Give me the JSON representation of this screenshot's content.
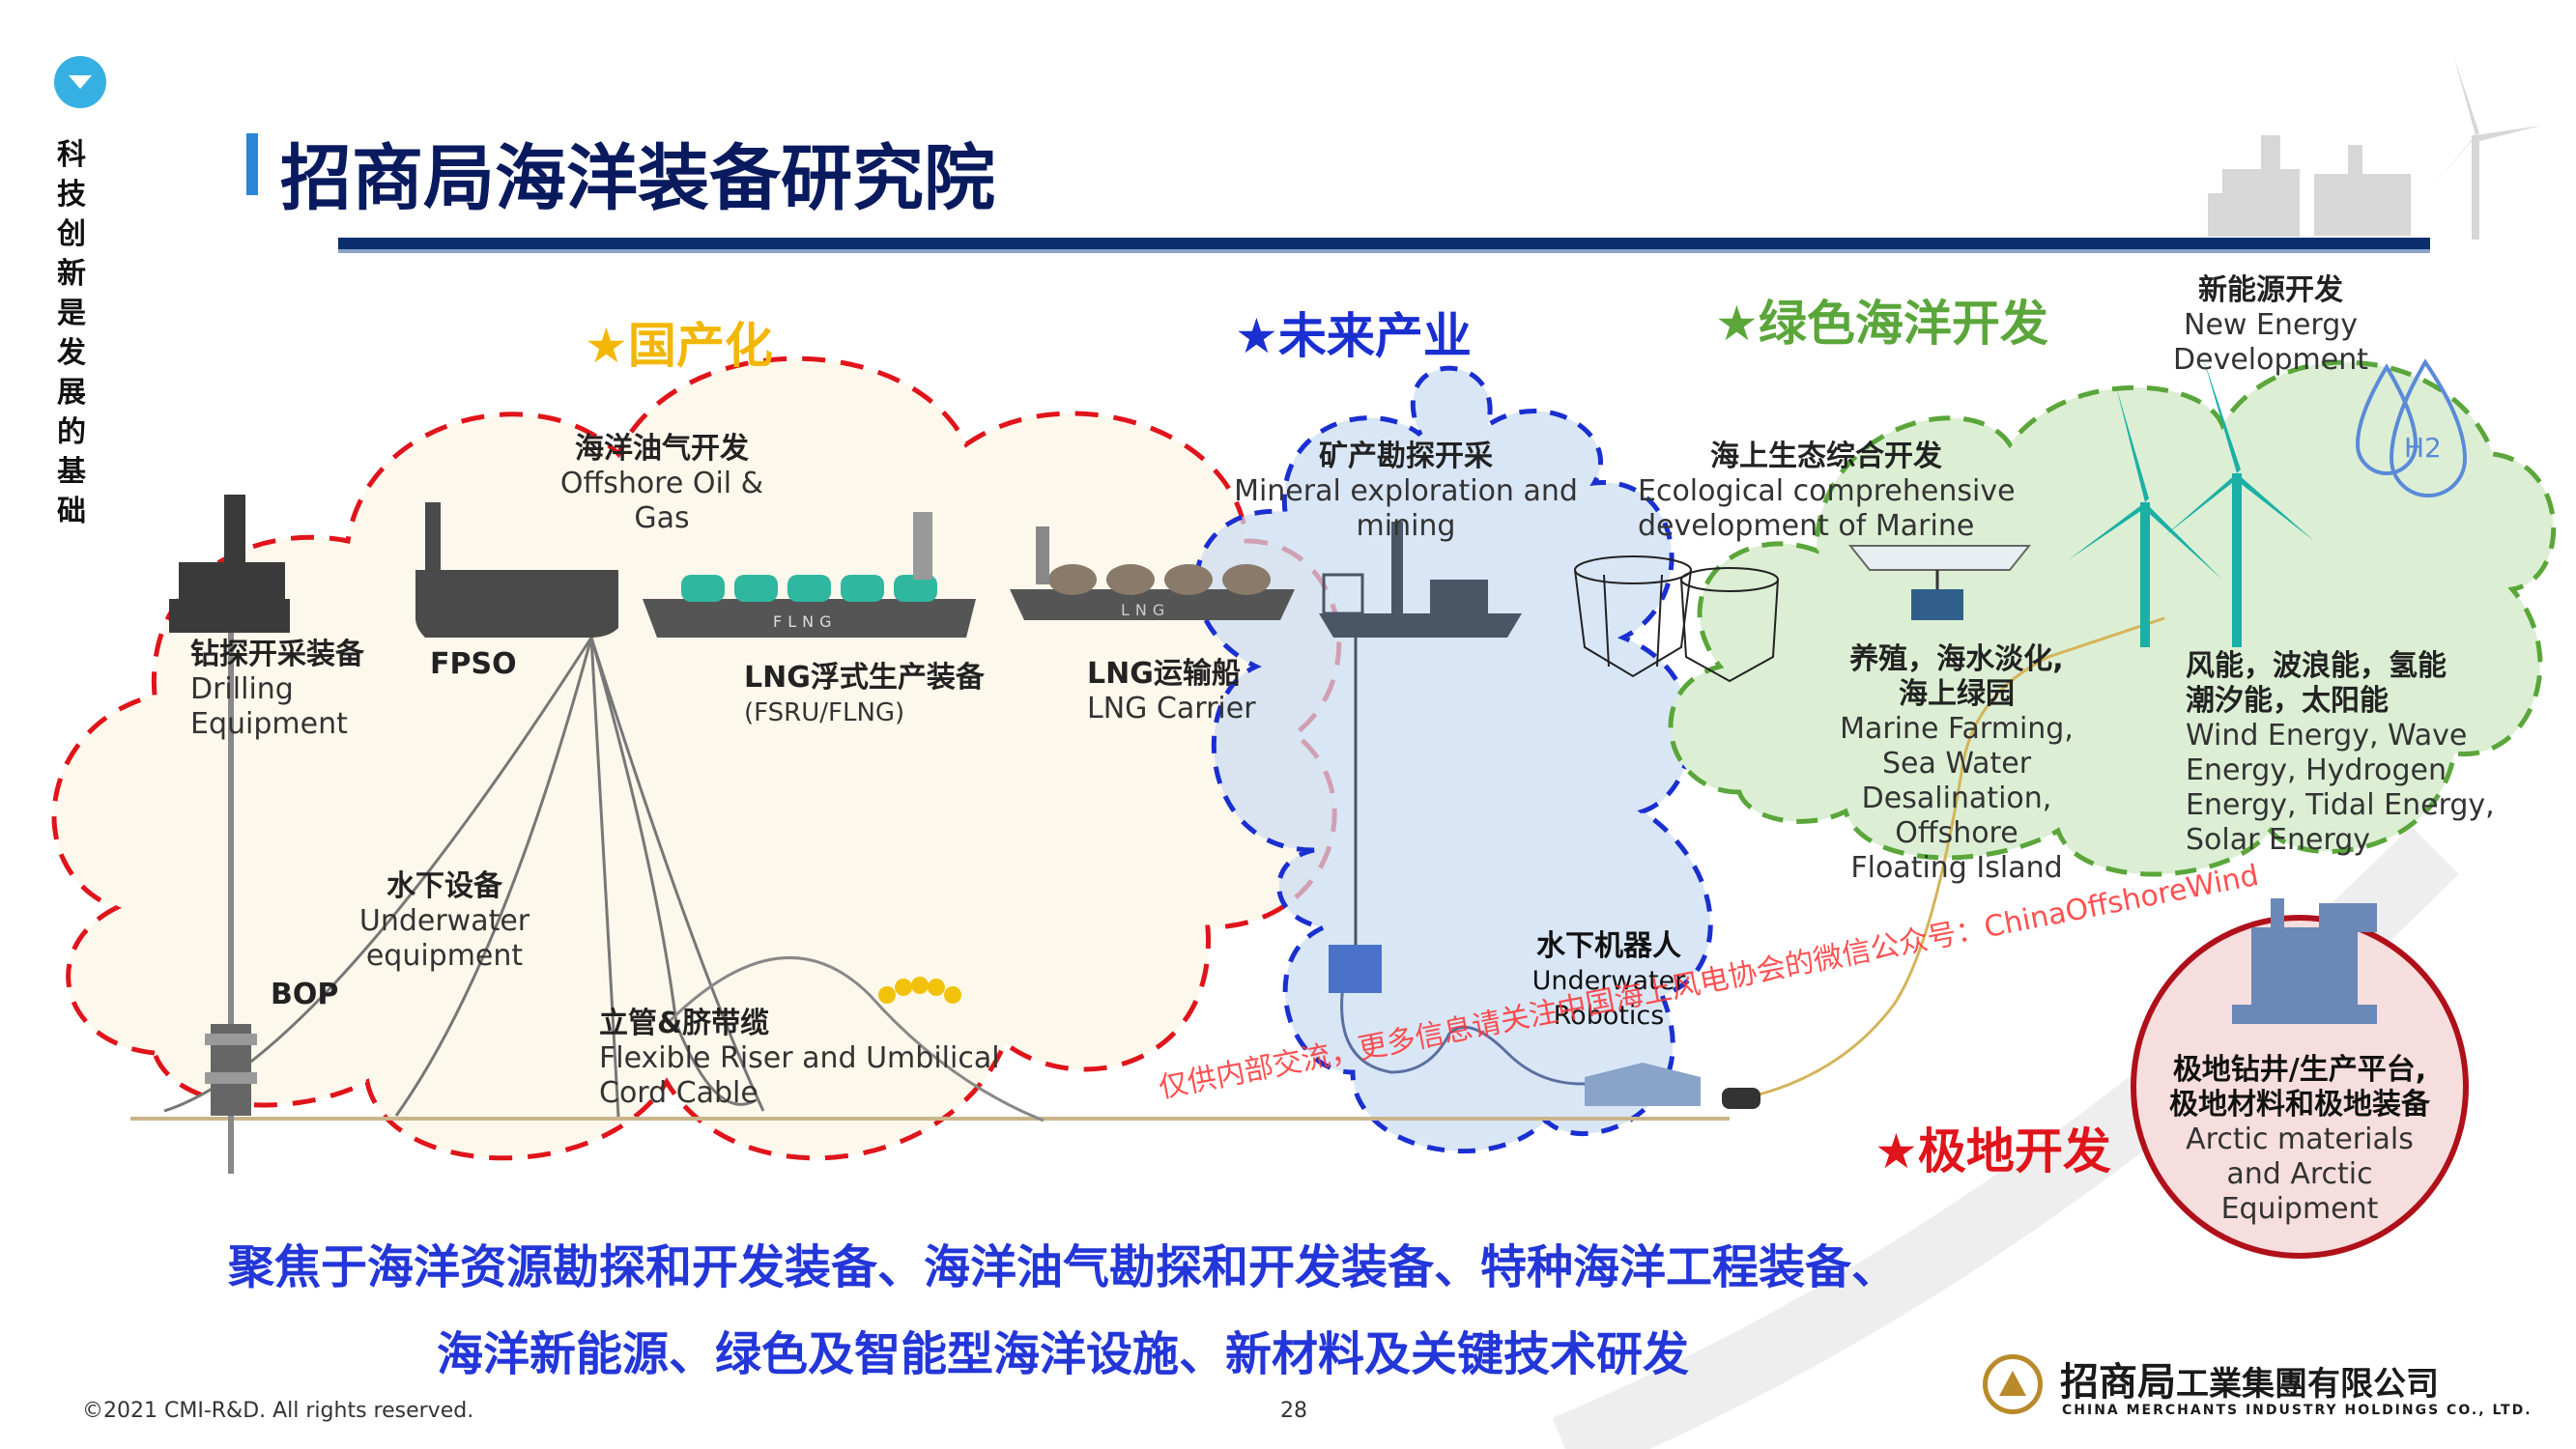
{
  "sidebar": {
    "vertical_chars": [
      "科",
      "技",
      "创",
      "新",
      "是",
      "发",
      "展",
      "的",
      "基",
      "础"
    ]
  },
  "header": {
    "title": "招商局海洋装备研究院"
  },
  "categories": {
    "localization": "★国产化",
    "future": "★未来产业",
    "green": "★绿色海洋开发",
    "polar": "★极地开发"
  },
  "labels": {
    "drilling": {
      "zh": "钻探开采装备",
      "en1": "Drilling",
      "en2": "Equipment"
    },
    "fpso": {
      "en": "FPSO"
    },
    "offshore": {
      "zh": "海洋油气开发",
      "en": "Offshore Oil & Gas"
    },
    "lng_float": {
      "zh": "LNG浮式生产装备",
      "en": "(FSRU/FLNG)"
    },
    "lng_carrier": {
      "zh": "LNG运输船",
      "en": "LNG Carrier"
    },
    "subsea": {
      "zh": "水下设备",
      "en1": "Underwater",
      "en2": "equipment"
    },
    "bop": {
      "en": "BOP"
    },
    "riser": {
      "zh": "立管&脐带缆",
      "en1": "Flexible Riser and Umbilical",
      "en2": "Cord Cable"
    },
    "mineral": {
      "zh": "矿产勘探开采",
      "en": "Mineral exploration and mining"
    },
    "robotics": {
      "zh": "水下机器人",
      "en": "Underwater Robotics"
    },
    "ecology": {
      "zh": "海上生态综合开发",
      "en1": "Ecological comprehensive",
      "en2": "development of Marine"
    },
    "farming": {
      "zh1": "养殖，海水淡化,",
      "zh2": "海上绿园",
      "en1": "Marine Farming,",
      "en2": "Sea Water",
      "en3": "Desalination,",
      "en4": "Offshore",
      "en5": "Floating Island"
    },
    "new_energy": {
      "zh": "新能源开发",
      "en": "New Energy Development"
    },
    "energy_types": {
      "zh1": "风能，波浪能，氢能",
      "zh2": "潮汐能，太阳能",
      "en1": "Wind Energy, Wave",
      "en2": "Energy, Hydrogen",
      "en3": "Energy, Tidal Energy,",
      "en4": "Solar Energy"
    },
    "h2": "H2",
    "polar_box": {
      "zh1": "极地钻井/生产平台,",
      "zh2": "极地材料和极地装备",
      "en1": "Arctic materials",
      "en2": "and Arctic",
      "en3": "Equipment"
    },
    "fpso_hull": "FLNG",
    "lng_hull": "LNG"
  },
  "watermark": "仅供内部交流，更多信息请关注中国海上风电协会的微信公众号：ChinaOffshoreWind",
  "slogan": {
    "line1": "聚焦于海洋资源勘探和开发装备、海洋油气勘探和开发装备、特种海洋工程装备、",
    "line2": "海洋新能源、绿色及智能型海洋设施、新材料及关键技术研发"
  },
  "footer": {
    "copyright": "©2021 CMI-R&D. All rights reserved.",
    "page": "28",
    "logo_zh_bold": "招商局",
    "logo_zh": "工業集團有限公司",
    "logo_en": "CHINA MERCHANTS INDUSTRY HOLDINGS CO., LTD."
  },
  "colors": {
    "red": "#e0141b",
    "blue": "#1a2fd0",
    "green": "#5aa63a",
    "gold": "#f2b705",
    "title": "#0a1a5e"
  }
}
